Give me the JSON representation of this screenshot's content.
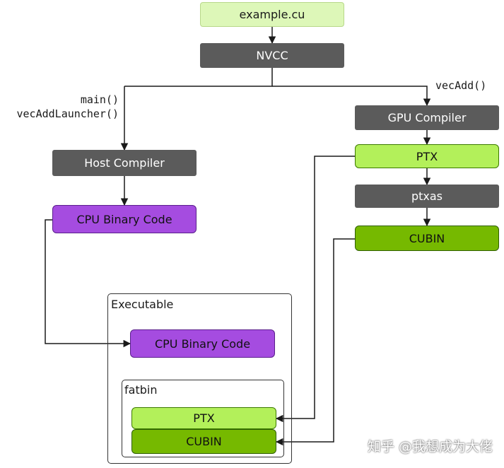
{
  "colors": {
    "light": "#ddf7b8",
    "gray": "#5b5b5b",
    "bright": "#b3f05a",
    "dark": "#76b900",
    "purple": "#a54ce0",
    "line": "#1a1a1a"
  },
  "nodes": {
    "source": "example.cu",
    "nvcc": "NVCC",
    "gpu_compiler": "GPU Compiler",
    "ptx": "PTX",
    "ptxas": "ptxas",
    "cubin": "CUBIN",
    "host_compiler": "Host Compiler",
    "cpu_binary": "CPU Binary Code"
  },
  "labels": {
    "host_funcs": [
      "main()",
      "vecAddLauncher()"
    ],
    "device_funcs": "vecAdd()"
  },
  "executable": {
    "title": "Executable",
    "cpu_binary": "CPU Binary Code",
    "fatbin": {
      "title": "fatbin",
      "ptx": "PTX",
      "cubin": "CUBIN"
    }
  },
  "watermark": "知乎 @我想成为大佬"
}
